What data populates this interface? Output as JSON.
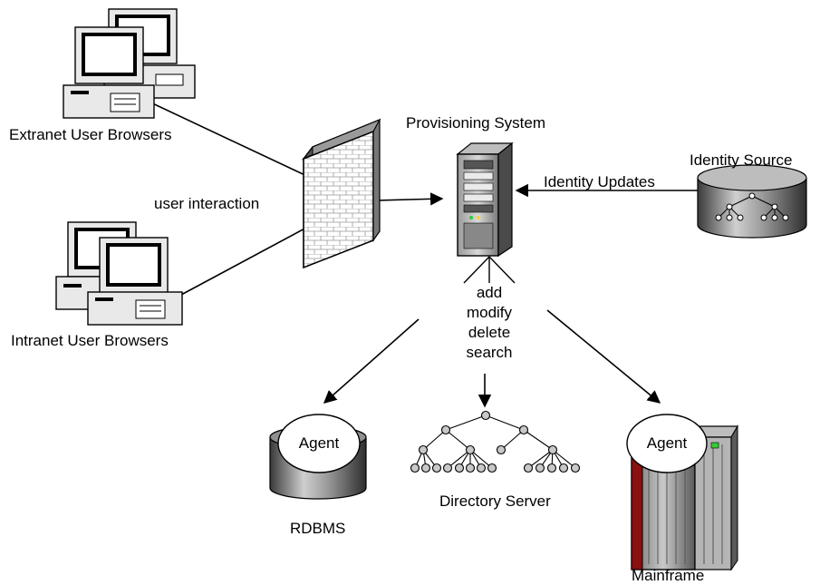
{
  "diagram": {
    "nodes": {
      "extranet": {
        "label": "Extranet User Browsers"
      },
      "intranet": {
        "label": "Intranet User Browsers"
      },
      "firewall": {
        "label": "user interaction"
      },
      "provisioning": {
        "label": "Provisioning System"
      },
      "identity_source": {
        "label": "Identity Source"
      },
      "rdbms": {
        "label": "RDBMS",
        "agent_label": "Agent"
      },
      "directory": {
        "label": "Directory Server"
      },
      "mainframe": {
        "label": "Mainframe",
        "agent_label": "Agent"
      }
    },
    "edges": {
      "identity_updates": {
        "label": "Identity Updates"
      }
    },
    "operations": [
      "add",
      "modify",
      "delete",
      "search"
    ]
  }
}
